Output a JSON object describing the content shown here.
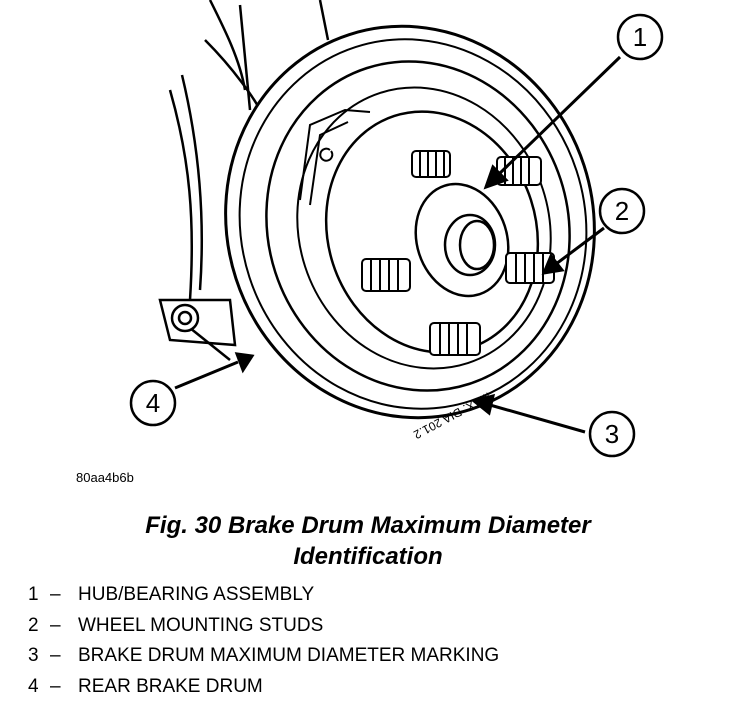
{
  "image_code": "80aa4b6b",
  "caption": {
    "line1": "Fig. 30 Brake Drum Maximum Diameter",
    "line2": "Identification"
  },
  "drum_marking": "MAX. DIA 201.2",
  "callouts": [
    {
      "number": "1",
      "label": "HUB/BEARING ASSEMBLY"
    },
    {
      "number": "2",
      "label": "WHEEL MOUNTING STUDS"
    },
    {
      "number": "3",
      "label": "BRAKE DRUM MAXIMUM DIAMETER MARKING"
    },
    {
      "number": "4",
      "label": "REAR BRAKE DRUM"
    }
  ],
  "legend_dash": "–"
}
